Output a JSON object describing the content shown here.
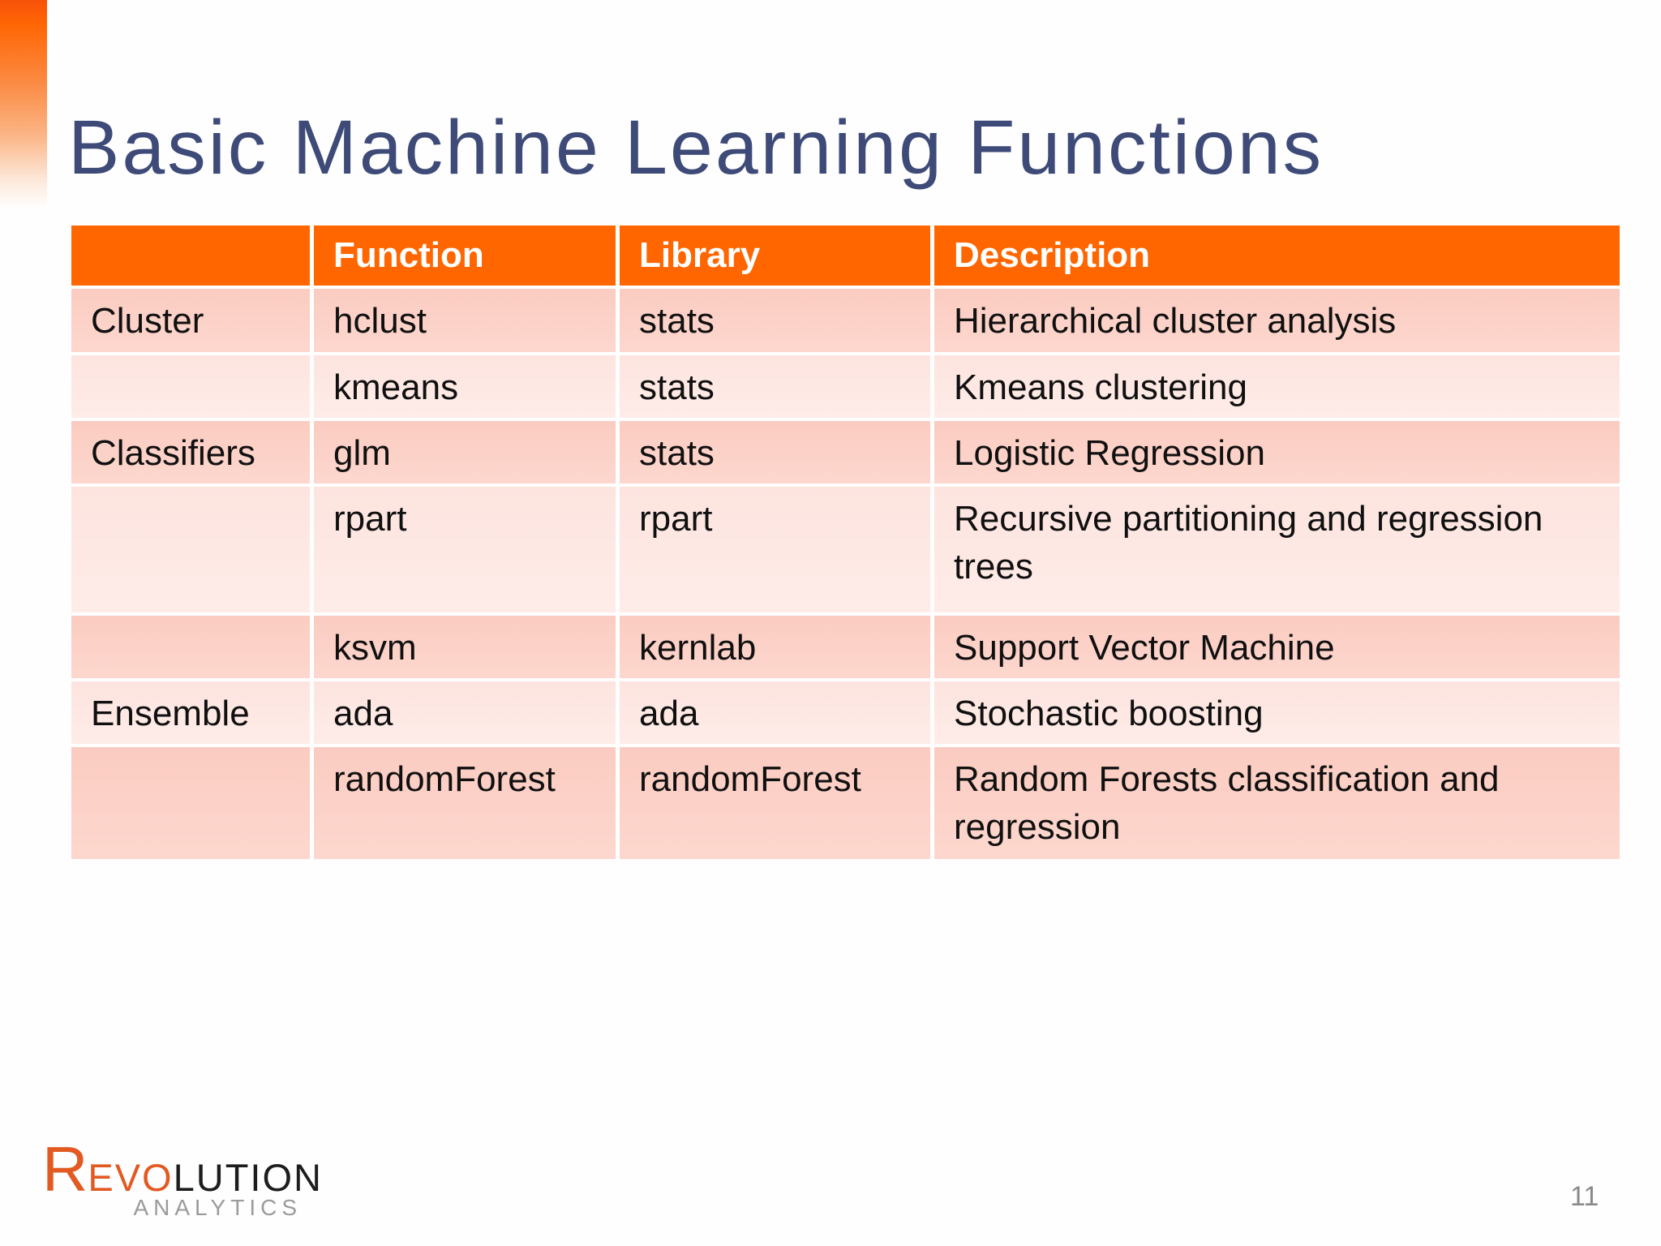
{
  "slide": {
    "title": "Basic Machine Learning Functions",
    "page_number": "11"
  },
  "table": {
    "headers": [
      "",
      "Function",
      "Library",
      "Description"
    ],
    "rows": [
      {
        "category": "Cluster",
        "function": "hclust",
        "library": "stats",
        "description": "Hierarchical cluster analysis"
      },
      {
        "category": "",
        "function": "kmeans",
        "library": "stats",
        "description": "Kmeans clustering"
      },
      {
        "category": "Classifiers",
        "function": "glm",
        "library": "stats",
        "description": "Logistic Regression"
      },
      {
        "category": "",
        "function": "rpart",
        "library": "rpart",
        "description": "Recursive partitioning and regression trees"
      },
      {
        "category": "",
        "function": "ksvm",
        "library": "kernlab",
        "description": "Support Vector Machine"
      },
      {
        "category": "Ensemble",
        "function": "ada",
        "library": "ada",
        "description": "Stochastic boosting"
      },
      {
        "category": "",
        "function": "randomForest",
        "library": "randomForest",
        "description": "Random Forests classification and regression"
      }
    ]
  },
  "logo": {
    "r": "R",
    "evo": "EVO",
    "lution": "LUTION",
    "analytics": "ANALYTICS"
  },
  "colors": {
    "header_orange": "#ff6600",
    "row_pink_dark": "#fbccc1",
    "row_pink_light": "#fde4df",
    "title_navy": "#3e4b78",
    "logo_orange": "#e25a22",
    "accent_bar_orange": "#ff6604"
  }
}
